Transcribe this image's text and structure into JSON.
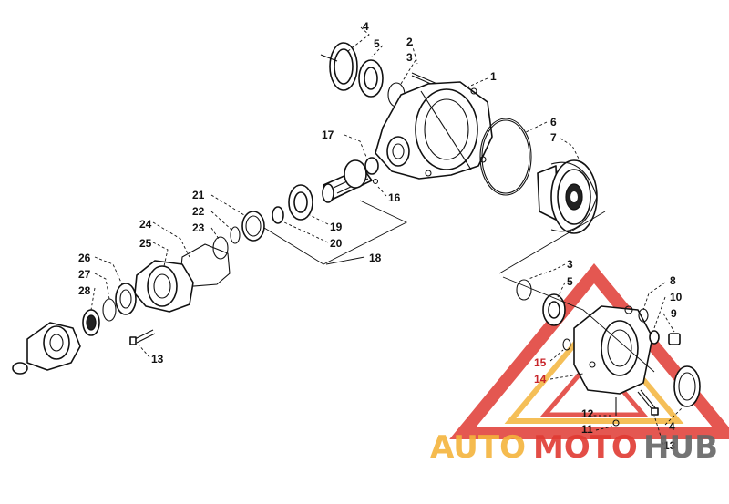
{
  "diagram": {
    "callouts": {
      "c1": "1",
      "c2": "2",
      "c3a": "3",
      "c4a": "4",
      "c5a": "5",
      "c6": "6",
      "c7": "7",
      "c16": "16",
      "c17": "17",
      "c18": "18",
      "c19": "19",
      "c20": "20",
      "c21": "21",
      "c22": "22",
      "c23": "23",
      "c24": "24",
      "c25": "25",
      "c26": "26",
      "c27": "27",
      "c28": "28",
      "c13a": "13",
      "c3b": "3",
      "c5b": "5",
      "c8": "8",
      "c10": "10",
      "c9": "9",
      "c15": "15",
      "c14": "14",
      "c12": "12",
      "c11": "11",
      "c4b": "4",
      "c13b": "13"
    }
  },
  "watermark": {
    "part1": "AUTO",
    "part2": "MOTO",
    "part3": "HUB",
    "logo_color_outer": "#e03a33",
    "logo_color_inner": "#f4b43c"
  }
}
